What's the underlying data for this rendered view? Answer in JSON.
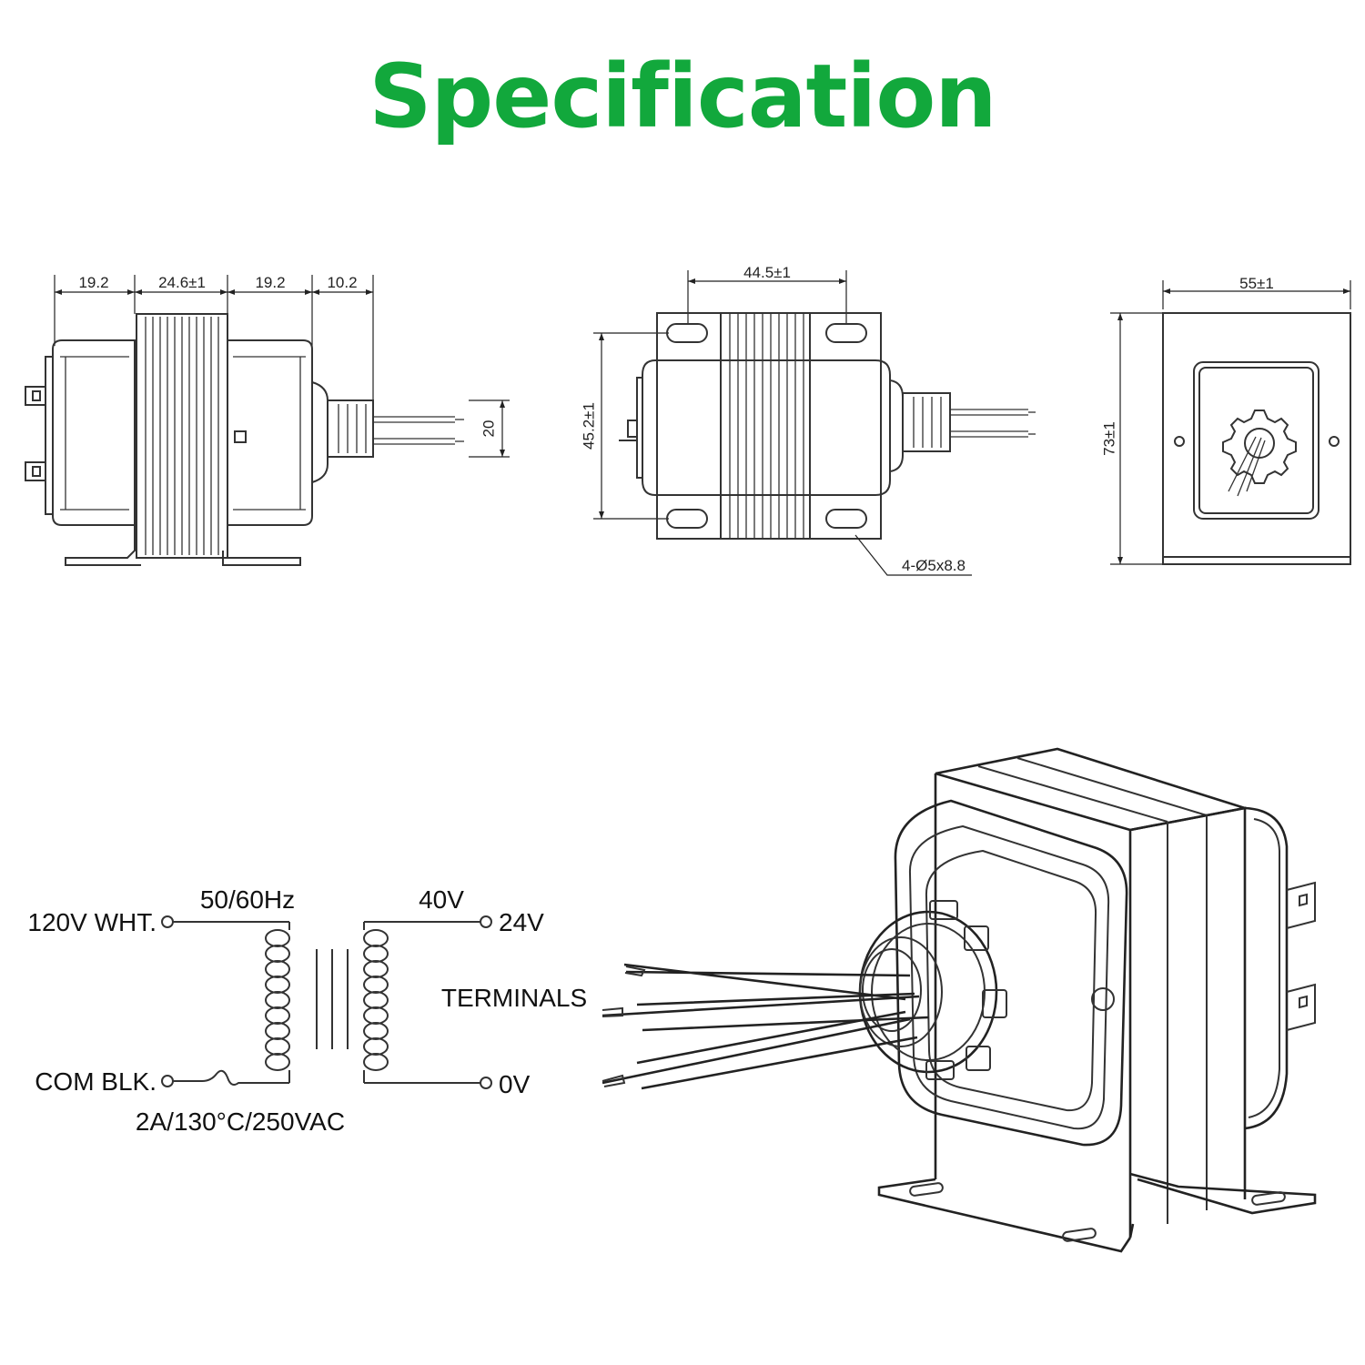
{
  "page": {
    "title": "Specification",
    "title_color": "#12a83c"
  },
  "side_view": {
    "dim_1": "19.2",
    "dim_2": "24.6±1",
    "dim_3": "19.2",
    "dim_4": "10.2",
    "dim_height": "20"
  },
  "front_view": {
    "dim_width": "44.5±1",
    "dim_height": "45.2±1",
    "hole_callout": "4-Ø5x8.8"
  },
  "end_view": {
    "dim_width": "55±1",
    "dim_height": "73±1"
  },
  "schematic": {
    "primary_hot": "120V WHT.",
    "primary_com": "COM BLK.",
    "frequency": "50/60Hz",
    "secondary_voltage": "40V",
    "tap_high": "24V",
    "tap_low": "0V",
    "fuse_rating": "2A/130°C/250VAC",
    "terminals_label": "TERMINALS"
  }
}
